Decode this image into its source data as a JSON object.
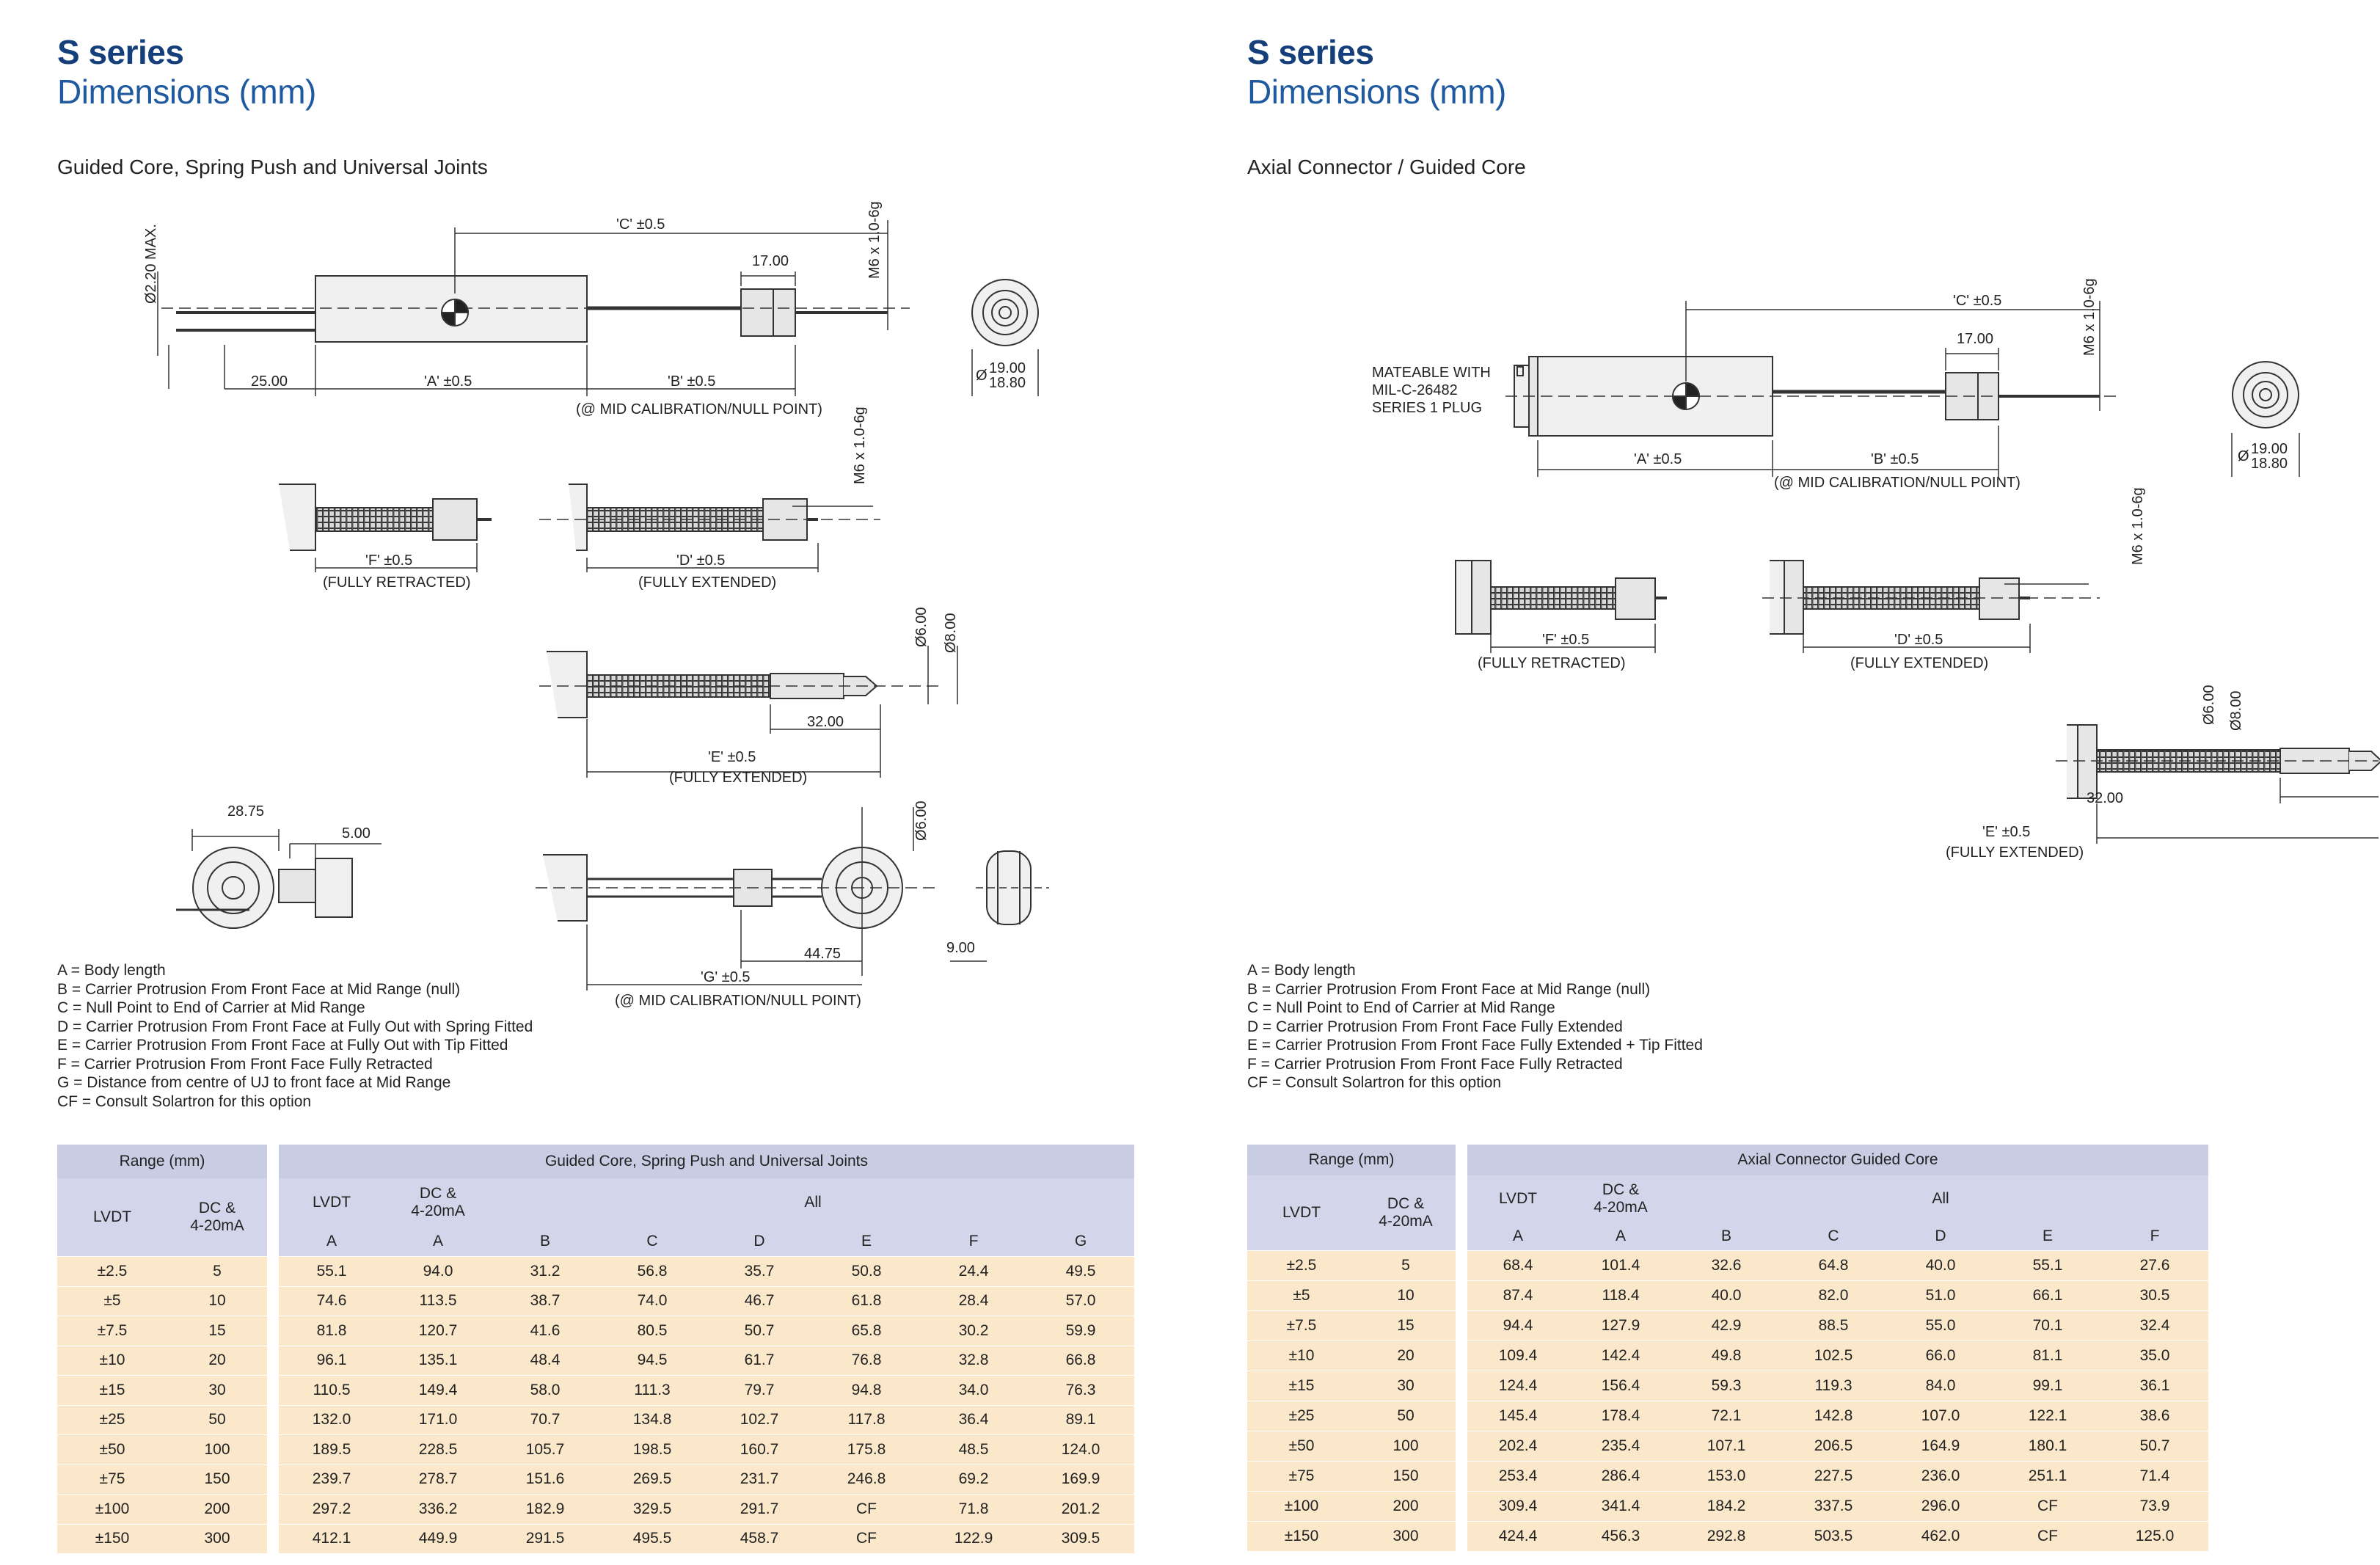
{
  "left": {
    "title": "S series",
    "subtitle": "Dimensions (mm)",
    "section": "Guided Core, Spring Push and Universal Joints",
    "drawing": {
      "c_dim": "'C' ±0.5",
      "dim_17": "17.00",
      "m6": "M6 x 1.0-6g",
      "dia_220": "Ø2.20 MAX.",
      "dim_25": "25.00",
      "a_dim": "'A' ±0.5",
      "b_dim": "'B' ±0.5",
      "mid_cal": "(@ MID CALIBRATION/NULL POINT)",
      "dia_19": "19.00",
      "dia_18": "18.80",
      "dia_sym": "Ø",
      "f_dim": "'F' ±0.5",
      "retracted": "(FULLY RETRACTED)",
      "d_dim": "'D' ±0.5",
      "extended": "(FULLY EXTENDED)",
      "dia_6": "Ø6.00",
      "dia_8": "Ø8.00",
      "dim_32": "32.00",
      "e_dim": "'E' ±0.5",
      "dim_2875": "28.75",
      "dim_5": "5.00",
      "dim_4475": "44.75",
      "dim_9": "9.00",
      "g_dim": "'G' ±0.5"
    },
    "legend": [
      {
        "key": "A",
        "text": " = Body length"
      },
      {
        "key": "B",
        "text": " = Carrier Protrusion From Front Face at Mid Range (null)"
      },
      {
        "key": "C",
        "text": " = Null Point to End of Carrier at Mid Range"
      },
      {
        "key": "D",
        "text": " = Carrier Protrusion From Front Face at Fully Out with Spring Fitted"
      },
      {
        "key": "E",
        "text": " = Carrier Protrusion From Front Face at Fully Out with Tip Fitted"
      },
      {
        "key": "F",
        "text": " = Carrier Protrusion From Front Face Fully Retracted"
      },
      {
        "key": "G",
        "text": " = Distance from centre of UJ to front face at Mid Range"
      },
      {
        "key": "CF",
        "text": " = Consult Solartron for this option"
      }
    ],
    "table": {
      "range_header": "Range (mm)",
      "group_header": "Guided Core, Spring Push and Universal Joints",
      "lvdt": "LVDT",
      "dc": "DC &",
      "ma": "4-20mA",
      "all": "All",
      "letters": [
        "A",
        "A",
        "B",
        "C",
        "D",
        "E",
        "F",
        "G"
      ],
      "rows": [
        [
          "±2.5",
          "5",
          "55.1",
          "94.0",
          "31.2",
          "56.8",
          "35.7",
          "50.8",
          "24.4",
          "49.5"
        ],
        [
          "±5",
          "10",
          "74.6",
          "113.5",
          "38.7",
          "74.0",
          "46.7",
          "61.8",
          "28.4",
          "57.0"
        ],
        [
          "±7.5",
          "15",
          "81.8",
          "120.7",
          "41.6",
          "80.5",
          "50.7",
          "65.8",
          "30.2",
          "59.9"
        ],
        [
          "±10",
          "20",
          "96.1",
          "135.1",
          "48.4",
          "94.5",
          "61.7",
          "76.8",
          "32.8",
          "66.8"
        ],
        [
          "±15",
          "30",
          "110.5",
          "149.4",
          "58.0",
          "111.3",
          "79.7",
          "94.8",
          "34.0",
          "76.3"
        ],
        [
          "±25",
          "50",
          "132.0",
          "171.0",
          "70.7",
          "134.8",
          "102.7",
          "117.8",
          "36.4",
          "89.1"
        ],
        [
          "±50",
          "100",
          "189.5",
          "228.5",
          "105.7",
          "198.5",
          "160.7",
          "175.8",
          "48.5",
          "124.0"
        ],
        [
          "±75",
          "150",
          "239.7",
          "278.7",
          "151.6",
          "269.5",
          "231.7",
          "246.8",
          "69.2",
          "169.9"
        ],
        [
          "±100",
          "200",
          "297.2",
          "336.2",
          "182.9",
          "329.5",
          "291.7",
          "CF",
          "71.8",
          "201.2"
        ],
        [
          "±150",
          "300",
          "412.1",
          "449.9",
          "291.5",
          "495.5",
          "458.7",
          "CF",
          "122.9",
          "309.5"
        ]
      ]
    }
  },
  "right": {
    "title": "S series",
    "subtitle": "Dimensions (mm)",
    "section": "Axial Connector / Guided Core",
    "drawing": {
      "c_dim": "'C' ±0.5",
      "dim_17": "17.00",
      "m6": "M6 x 1.0-6g",
      "mate1": "MATEABLE WITH",
      "mate2": "MIL-C-26482",
      "mate3": "SERIES 1 PLUG",
      "a_dim": "'A' ±0.5",
      "b_dim": "'B' ±0.5",
      "mid_cal": "(@ MID CALIBRATION/NULL POINT)",
      "dia_19": "19.00",
      "dia_18": "18.80",
      "dia_sym": "Ø",
      "f_dim": "'F' ±0.5",
      "retracted": "(FULLY RETRACTED)",
      "d_dim": "'D' ±0.5",
      "extended": "(FULLY EXTENDED)",
      "dia_6": "Ø6.00",
      "dia_8": "Ø8.00",
      "dim_32": "32.00",
      "e_dim": "'E' ±0.5"
    },
    "legend": [
      {
        "key": "A",
        "text": " = Body length"
      },
      {
        "key": "B",
        "text": " = Carrier Protrusion From Front Face at Mid Range (null)"
      },
      {
        "key": "C",
        "text": " = Null Point to End of Carrier at Mid Range"
      },
      {
        "key": "D",
        "text": " = Carrier Protrusion From Front Face Fully Extended"
      },
      {
        "key": "E",
        "text": " = Carrier Protrusion From Front Face Fully Extended + Tip Fitted"
      },
      {
        "key": "F",
        "text": " = Carrier Protrusion From Front Face Fully Retracted"
      },
      {
        "key": "CF",
        "text": " = Consult Solartron for this option"
      }
    ],
    "table": {
      "range_header": "Range (mm)",
      "group_header": "Axial Connector Guided Core",
      "lvdt": "LVDT",
      "dc": "DC &",
      "ma": "4-20mA",
      "all": "All",
      "letters": [
        "A",
        "A",
        "B",
        "C",
        "D",
        "E",
        "F"
      ],
      "rows": [
        [
          "±2.5",
          "5",
          "68.4",
          "101.4",
          "32.6",
          "64.8",
          "40.0",
          "55.1",
          "27.6"
        ],
        [
          "±5",
          "10",
          "87.4",
          "118.4",
          "40.0",
          "82.0",
          "51.0",
          "66.1",
          "30.5"
        ],
        [
          "±7.5",
          "15",
          "94.4",
          "127.9",
          "42.9",
          "88.5",
          "55.0",
          "70.1",
          "32.4"
        ],
        [
          "±10",
          "20",
          "109.4",
          "142.4",
          "49.8",
          "102.5",
          "66.0",
          "81.1",
          "35.0"
        ],
        [
          "±15",
          "30",
          "124.4",
          "156.4",
          "59.3",
          "119.3",
          "84.0",
          "99.1",
          "36.1"
        ],
        [
          "±25",
          "50",
          "145.4",
          "178.4",
          "72.1",
          "142.8",
          "107.0",
          "122.1",
          "38.6"
        ],
        [
          "±50",
          "100",
          "202.4",
          "235.4",
          "107.1",
          "206.5",
          "164.9",
          "180.1",
          "50.7"
        ],
        [
          "±75",
          "150",
          "253.4",
          "286.4",
          "153.0",
          "227.5",
          "236.0",
          "251.1",
          "71.4"
        ],
        [
          "±100",
          "200",
          "309.4",
          "341.4",
          "184.2",
          "337.5",
          "296.0",
          "CF",
          "73.9"
        ],
        [
          "±150",
          "300",
          "424.4",
          "456.3",
          "292.8",
          "503.5",
          "462.0",
          "CF",
          "125.0"
        ]
      ]
    }
  }
}
